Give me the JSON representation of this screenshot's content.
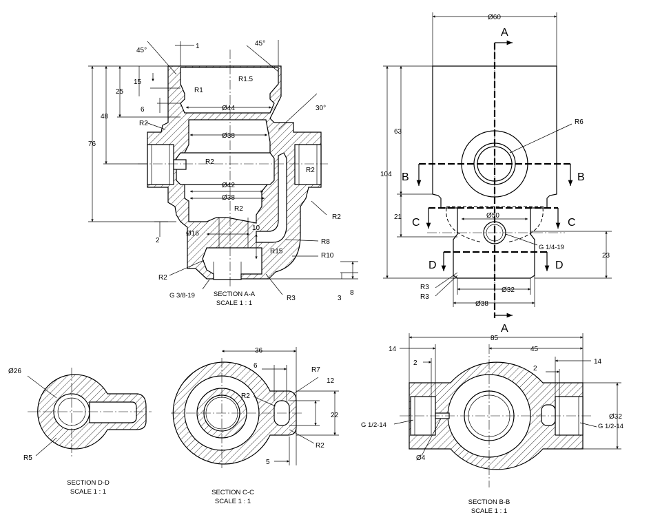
{
  "views": {
    "section_aa": {
      "title": "SECTION A-A",
      "scale": "SCALE 1 : 1",
      "dims": [
        "45°",
        "1",
        "45°",
        "R1.5",
        "15",
        "R1",
        "25",
        "6",
        "48",
        "Ø44",
        "30°",
        "R2",
        "Ø38",
        "76",
        "R2",
        "R2",
        "Ø42",
        "Ø38",
        "R2",
        "R2",
        "2",
        "Ø16",
        "10",
        "R8",
        "R15",
        "R10",
        "R2",
        "G 3/8-19",
        "R3",
        "3",
        "8"
      ]
    },
    "front": {
      "dims": [
        "Ø60",
        "R6",
        "63",
        "104",
        "21",
        "Ø50",
        "G 1/4-19",
        "23",
        "R3",
        "R3",
        "Ø32",
        "Ø38"
      ],
      "cut_labels": [
        "A",
        "A",
        "B",
        "B",
        "C",
        "C",
        "D",
        "D"
      ]
    },
    "section_dd": {
      "title": "SECTION D-D",
      "scale": "SCALE 1 : 1",
      "dims": [
        "Ø26",
        "R5"
      ]
    },
    "section_cc": {
      "title": "SECTION C-C",
      "scale": "SCALE 1 : 1",
      "dims": [
        "36",
        "6",
        "R7",
        "12",
        "R2",
        "22",
        "R2",
        "5"
      ]
    },
    "section_bb": {
      "title": "SECTION B-B",
      "scale": "SCALE 1 : 1",
      "dims": [
        "85",
        "14",
        "45",
        "2",
        "14",
        "2",
        "Ø32",
        "G 1/2-14",
        "G 1/2-14",
        "Ø4"
      ]
    }
  }
}
